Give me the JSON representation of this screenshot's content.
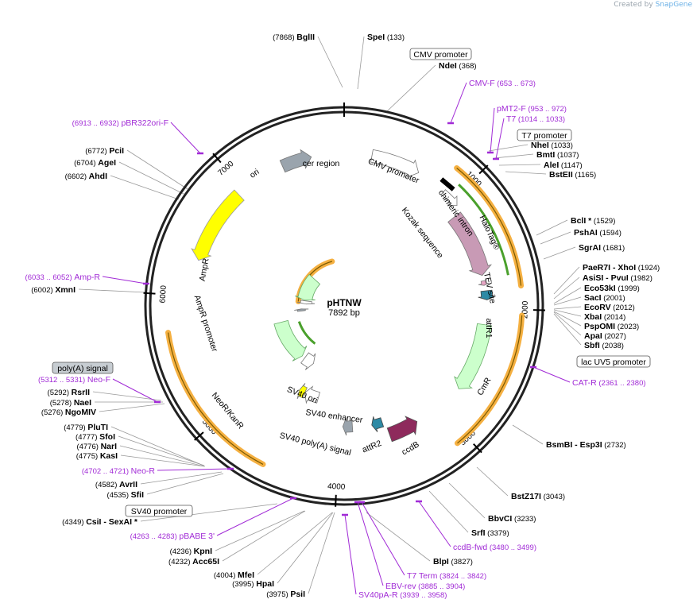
{
  "app": {
    "credit_prefix": "Created by",
    "credit_brand": "SnapGene"
  },
  "plasmid": {
    "name": "pHTNW",
    "size": "7892 bp",
    "length": 7892
  },
  "ticks": [
    {
      "pos": 1000,
      "label": "1000"
    },
    {
      "pos": 2000,
      "label": "2000"
    },
    {
      "pos": 3000,
      "label": "3000"
    },
    {
      "pos": 4000,
      "label": "4000"
    },
    {
      "pos": 5000,
      "label": "5000"
    },
    {
      "pos": 6000,
      "label": "6000"
    },
    {
      "pos": 7000,
      "label": "7000"
    }
  ],
  "features": [
    {
      "name": "ori",
      "color": "#ffff00",
      "shape": "arrow",
      "dir": -1
    },
    {
      "name": "cer region",
      "color": "#9aa4ad",
      "shape": "box"
    },
    {
      "name": "CMV promoter",
      "color": "#ffffff",
      "shape": "arrow",
      "dir": 1
    },
    {
      "name": "chimeric intron",
      "color": "#ffffff",
      "shape": "box"
    },
    {
      "name": "Kozak sequence",
      "color": "#000000",
      "shape": "mark"
    },
    {
      "name": "HaloTag®",
      "color": "#c89ab5",
      "shape": "arrow",
      "dir": 1
    },
    {
      "name": "TEV site",
      "color": "#e7a5c4",
      "shape": "box"
    },
    {
      "name": "attR1",
      "color": "#2e8aa5",
      "shape": "arrow",
      "dir": 1
    },
    {
      "name": "CmR",
      "color": "#ccffcc",
      "shape": "arrow",
      "dir": 1
    },
    {
      "name": "ccdB",
      "color": "#8e2a5c",
      "shape": "arrow",
      "dir": -1
    },
    {
      "name": "attR2",
      "color": "#2e8aa5",
      "shape": "arrow",
      "dir": 1
    },
    {
      "name": "SV40 poly(A) signal",
      "color": "#9aa4ad",
      "shape": "box"
    },
    {
      "name": "SV40 enhancer",
      "color": "#ffffff",
      "shape": "box"
    },
    {
      "name": "SV40 ori",
      "color": "#ffff00",
      "shape": "box"
    },
    {
      "name": "NeoR/KanR",
      "color": "#ccffcc",
      "shape": "arrow",
      "dir": -1
    },
    {
      "name": "AmpR promoter",
      "color": "#ffffff",
      "shape": "arrow",
      "dir": -1
    },
    {
      "name": "AmpR",
      "color": "#ccffcc",
      "shape": "arrow",
      "dir": -1
    },
    {
      "name": "SV40 promoter",
      "color": "#ffffff",
      "shape": "arrow",
      "dir": -1
    },
    {
      "name": "lac UV5 promoter",
      "color": "#ffffff",
      "shape": "box"
    },
    {
      "name": "T7 promoter",
      "color": "#ffffff",
      "shape": "box"
    },
    {
      "name": "poly(A) signal",
      "color": "#9aa4ad",
      "shape": "box"
    }
  ],
  "sites": [
    {
      "name": "BglII",
      "pos": "(7868)"
    },
    {
      "name": "SpeI",
      "pos": "(133)"
    },
    {
      "name": "NdeI",
      "pos": "(368)"
    },
    {
      "name": "NheI",
      "pos": "(1033)"
    },
    {
      "name": "BmtI",
      "pos": "(1037)"
    },
    {
      "name": "AleI",
      "pos": "(1147)"
    },
    {
      "name": "BstEII",
      "pos": "(1165)"
    },
    {
      "name": "BclI *",
      "pos": "(1529)"
    },
    {
      "name": "PshAI",
      "pos": "(1594)"
    },
    {
      "name": "SgrAI",
      "pos": "(1681)"
    },
    {
      "name": "PaeR7I",
      "name2": "XhoI",
      "pos": "(1924)"
    },
    {
      "name": "AsiSI",
      "name2": "PvuI",
      "pos": "(1982)"
    },
    {
      "name": "Eco53kI",
      "pos": "(1999)"
    },
    {
      "name": "SacI",
      "pos": "(2001)"
    },
    {
      "name": "EcoRV",
      "pos": "(2012)"
    },
    {
      "name": "XbaI",
      "pos": "(2014)"
    },
    {
      "name": "PspOMI",
      "pos": "(2023)"
    },
    {
      "name": "ApaI",
      "pos": "(2027)"
    },
    {
      "name": "SbfI",
      "pos": "(2038)"
    },
    {
      "name": "BsmBI",
      "name2": "Esp3I",
      "pos": "(2732)"
    },
    {
      "name": "BstZ17I",
      "pos": "(3043)"
    },
    {
      "name": "BbvCI",
      "pos": "(3233)"
    },
    {
      "name": "SrfI",
      "pos": "(3379)"
    },
    {
      "name": "BlpI",
      "pos": "(3827)"
    },
    {
      "name": "PsiI",
      "pos": "(3975)"
    },
    {
      "name": "HpaI",
      "pos": "(3995)"
    },
    {
      "name": "MfeI",
      "pos": "(4004)"
    },
    {
      "name": "Acc65I",
      "pos": "(4232)"
    },
    {
      "name": "KpnI",
      "pos": "(4236)"
    },
    {
      "name": "CsiI",
      "name2": "SexAI *",
      "pos": "(4349)"
    },
    {
      "name": "SfiI",
      "pos": "(4535)"
    },
    {
      "name": "AvrII",
      "pos": "(4582)"
    },
    {
      "name": "KasI",
      "pos": "(4775)"
    },
    {
      "name": "NarI",
      "pos": "(4776)"
    },
    {
      "name": "SfoI",
      "pos": "(4777)"
    },
    {
      "name": "PluTI",
      "pos": "(4779)"
    },
    {
      "name": "NgoMIV",
      "pos": "(5276)"
    },
    {
      "name": "NaeI",
      "pos": "(5278)"
    },
    {
      "name": "RsrII",
      "pos": "(5292)"
    },
    {
      "name": "XmnI",
      "pos": "(6002)"
    },
    {
      "name": "AhdI",
      "pos": "(6602)"
    },
    {
      "name": "AgeI",
      "pos": "(6704)"
    },
    {
      "name": "PciI",
      "pos": "(6772)"
    }
  ],
  "primers": [
    {
      "name": "CMV-F",
      "range": "(653 .. 673)"
    },
    {
      "name": "pMT2-F",
      "range": "(953 .. 972)"
    },
    {
      "name": "T7",
      "range": "(1014 .. 1033)"
    },
    {
      "name": "CAT-R",
      "range": "(2361 .. 2380)"
    },
    {
      "name": "ccdB-fwd",
      "range": "(3480 .. 3499)"
    },
    {
      "name": "T7 Term",
      "range": "(3824 .. 3842)"
    },
    {
      "name": "EBV-rev",
      "range": "(3885 .. 3904)"
    },
    {
      "name": "SV40pA-R",
      "range": "(3939 .. 3958)"
    },
    {
      "name": "pBABE 3'",
      "range": "(4263 .. 4283)"
    },
    {
      "name": "Neo-R",
      "range": "(4702 .. 4721)"
    },
    {
      "name": "Neo-F",
      "range": "(5312 .. 5331)"
    },
    {
      "name": "Amp-R",
      "range": "(6033 .. 6052)"
    },
    {
      "name": "pBR322ori-F",
      "range": "(6913 .. 6932)"
    }
  ],
  "colors": {
    "primer": "#a12bd6",
    "orf": "#f5b041",
    "orf_inner": "#7a5a00",
    "green_orf": "#4aa02c",
    "backbone": "#222222"
  }
}
